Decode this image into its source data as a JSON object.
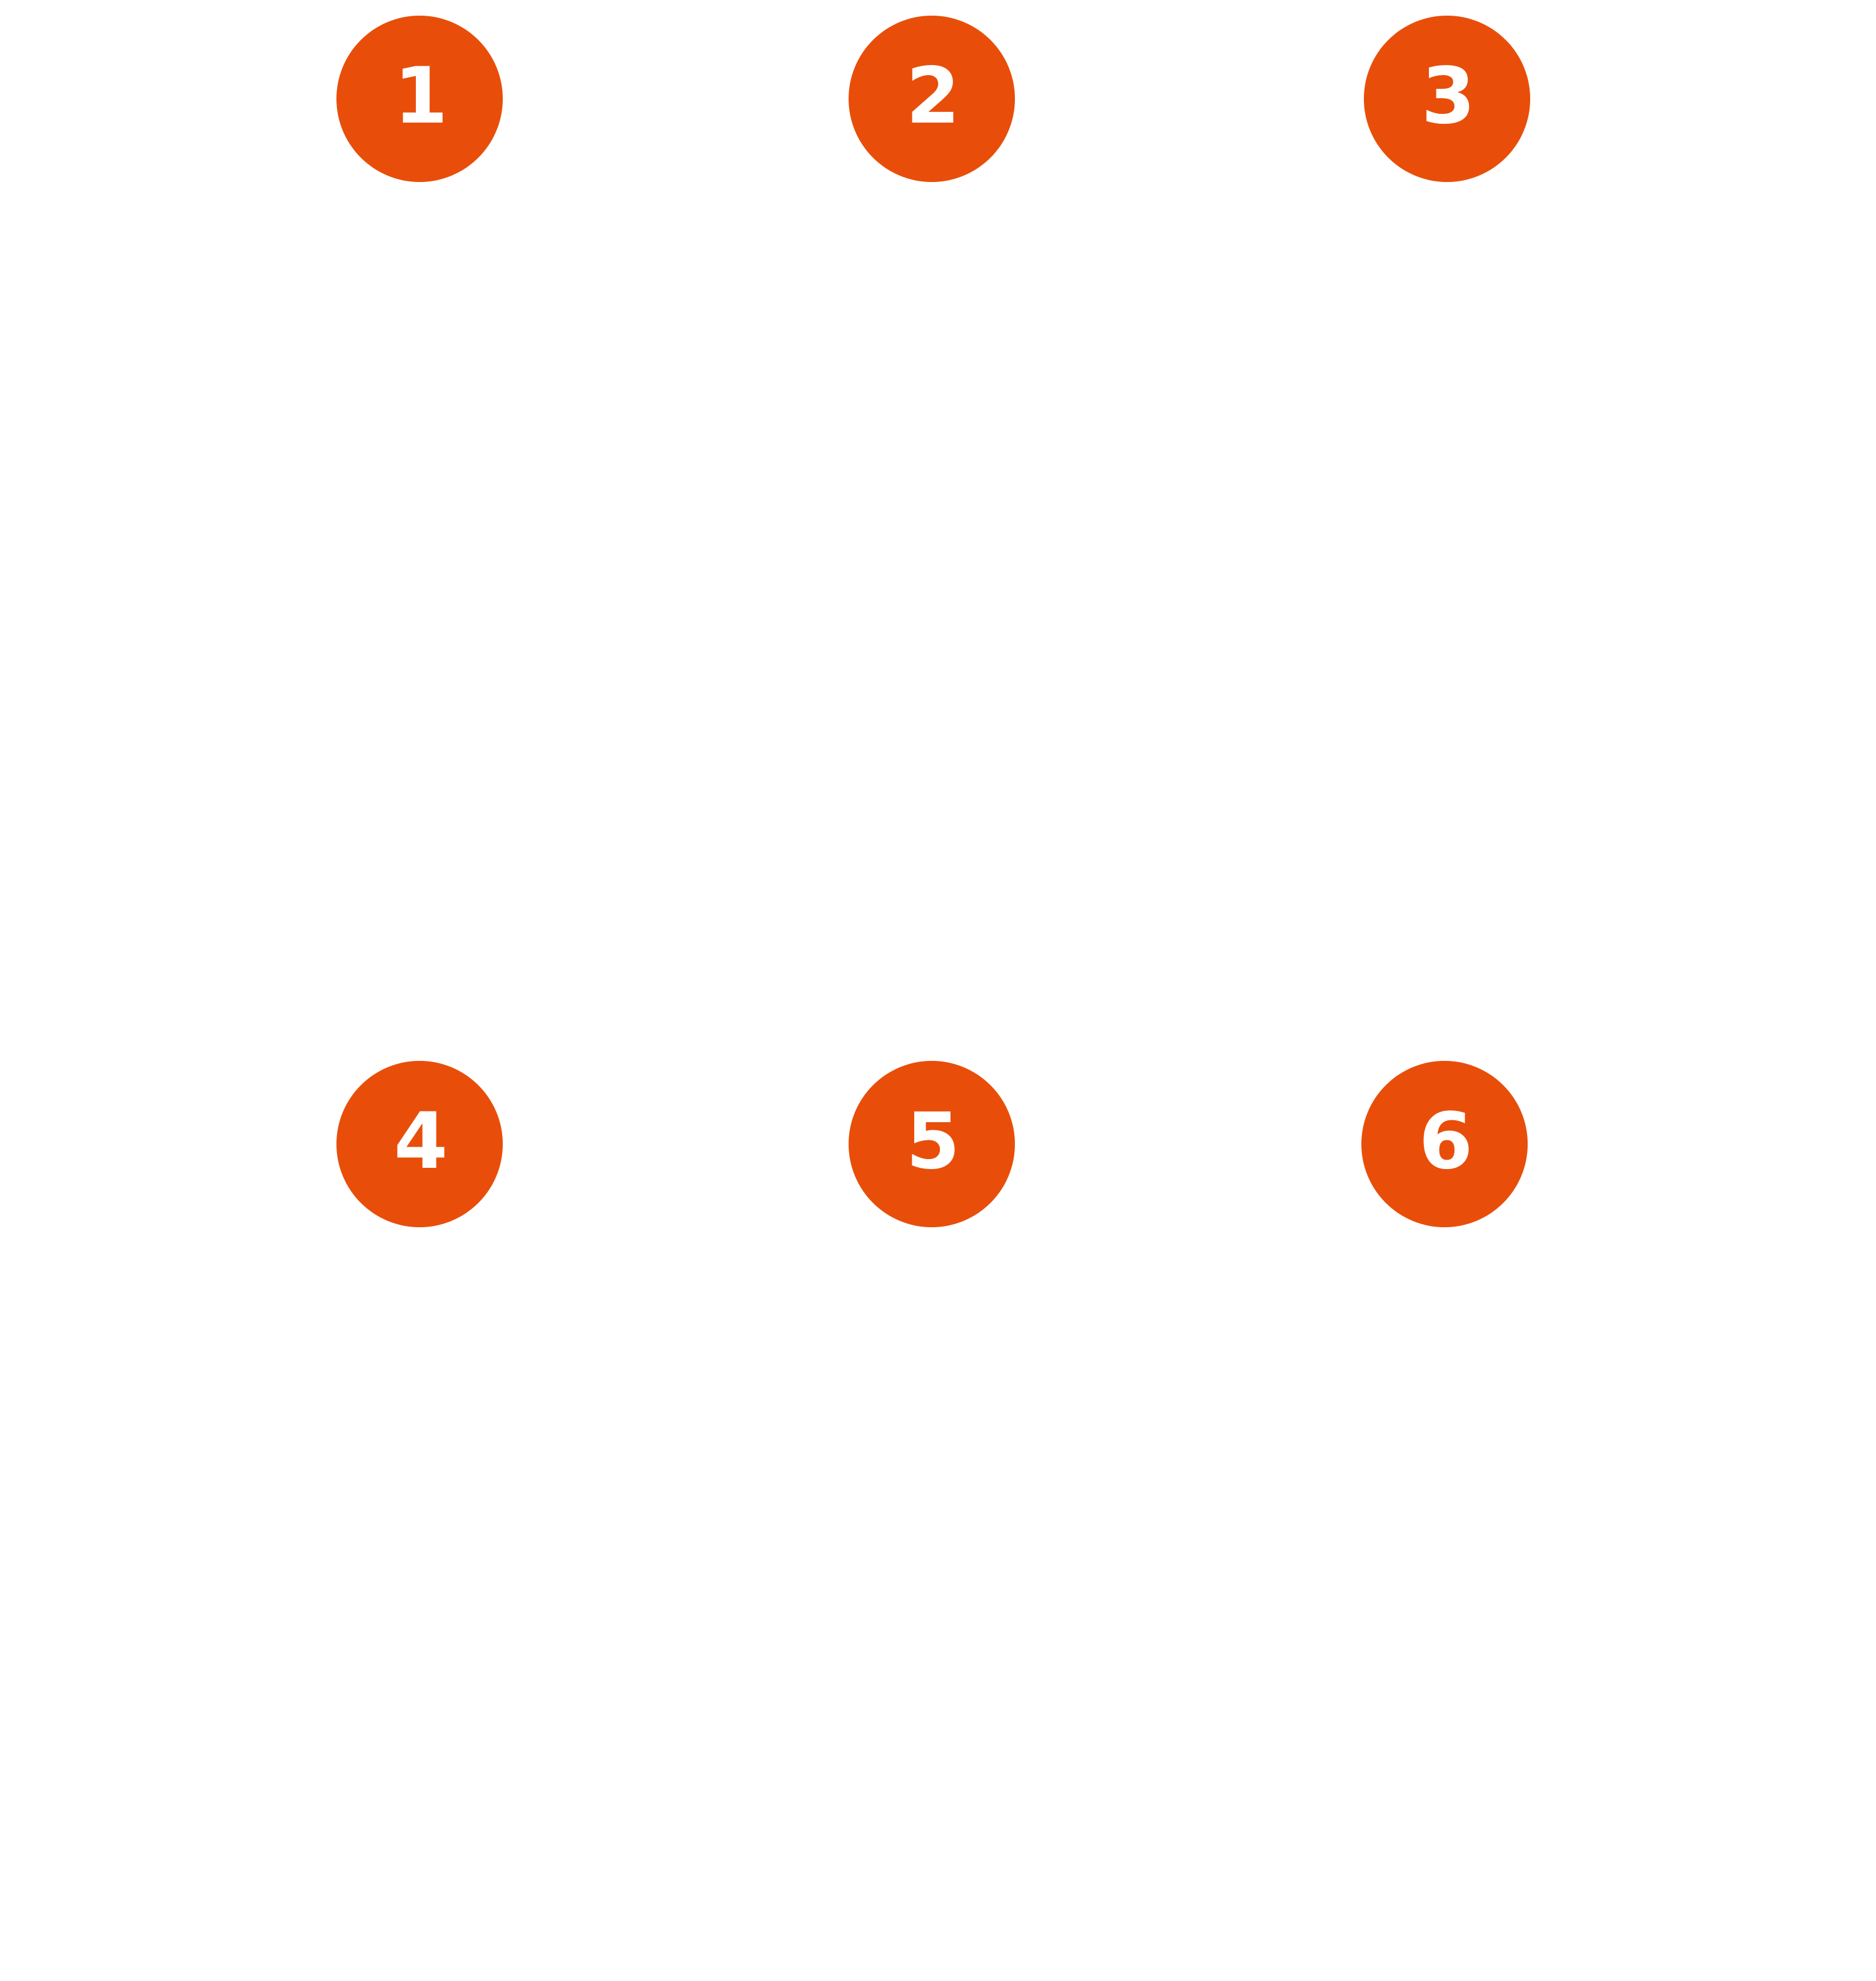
{
  "colors": {
    "badge_fill": "#e84e0a",
    "number_text": "#ffffff",
    "background": "#ffffff"
  },
  "steps": [
    {
      "number": "1"
    },
    {
      "number": "2"
    },
    {
      "number": "3"
    },
    {
      "number": "4"
    },
    {
      "number": "5"
    },
    {
      "number": "6"
    }
  ]
}
